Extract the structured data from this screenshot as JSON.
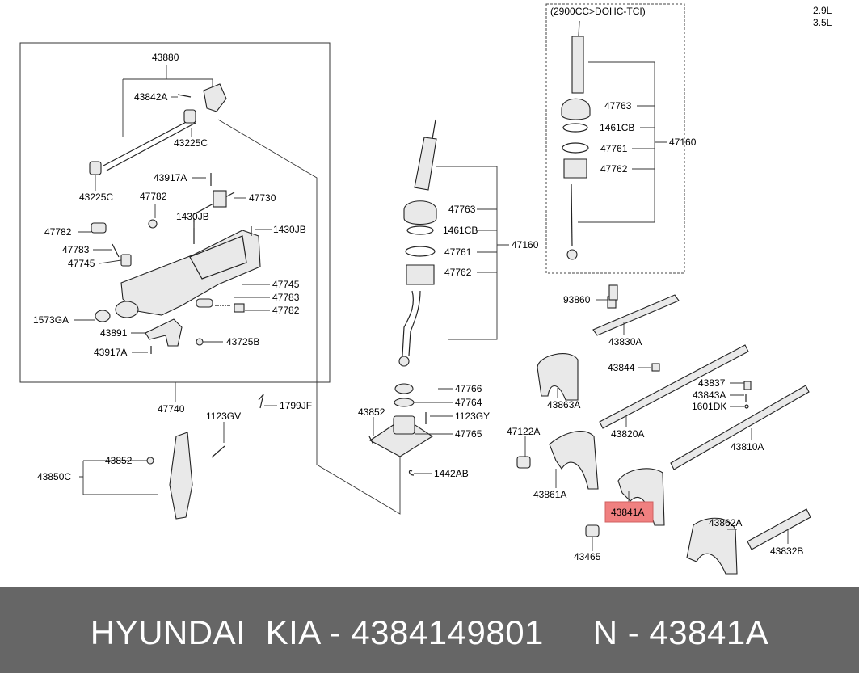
{
  "diagram": {
    "labels": {
      "l43880": "43880",
      "l43842A": "43842A",
      "l43225C_a": "43225C",
      "l43225C_b": "43225C",
      "l43917A_a": "43917A",
      "l43917A_b": "43917A",
      "l47782_a": "47782",
      "l47782_b": "47782",
      "l47782_c": "47782",
      "l47730": "47730",
      "l1430JB_a": "1430JB",
      "l1430JB_b": "1430JB",
      "l47783_a": "47783",
      "l47783_b": "47783",
      "l47745_a": "47745",
      "l47745_b": "47745",
      "l1573GA": "1573GA",
      "l43891": "43891",
      "l43725B": "43725B",
      "l47740": "47740",
      "l1799JF": "1799JF",
      "l1123GV": "1123GV",
      "l43852_a": "43852",
      "l43852_b": "43852",
      "l43850C": "43850C",
      "l47763_a": "47763",
      "l1461CB_a": "1461CB",
      "l47761_a": "47761",
      "l47762_a": "47762",
      "l47160_a": "47160",
      "l47766": "47766",
      "l47764": "47764",
      "l1123GY": "1123GY",
      "l47765": "47765",
      "l1442AB": "1442AB",
      "variant_note": "(2900CC>DOHC-TCI)",
      "l47763_b": "47763",
      "l1461CB_b": "1461CB",
      "l47761_b": "47761",
      "l47762_b": "47762",
      "l47160_b": "47160",
      "engine_2_9": "2.9L",
      "engine_3_5": "3.5L",
      "l93860": "93860",
      "l43830A": "43830A",
      "l43844": "43844",
      "l43837": "43837",
      "l43843A": "43843A",
      "l1601DK": "1601DK",
      "l43863A": "43863A",
      "l43820A": "43820A",
      "l43810A": "43810A",
      "l47122A": "47122A",
      "l43861A": "43861A",
      "l43841A": "43841A",
      "l43862A": "43862A",
      "l43832B": "43832B",
      "l43465": "43465"
    },
    "highlight_color": "#f08080"
  },
  "footer": {
    "text": "HYUNDAI  KIA - 4384149801     N - 43841A",
    "background": "#666666"
  }
}
